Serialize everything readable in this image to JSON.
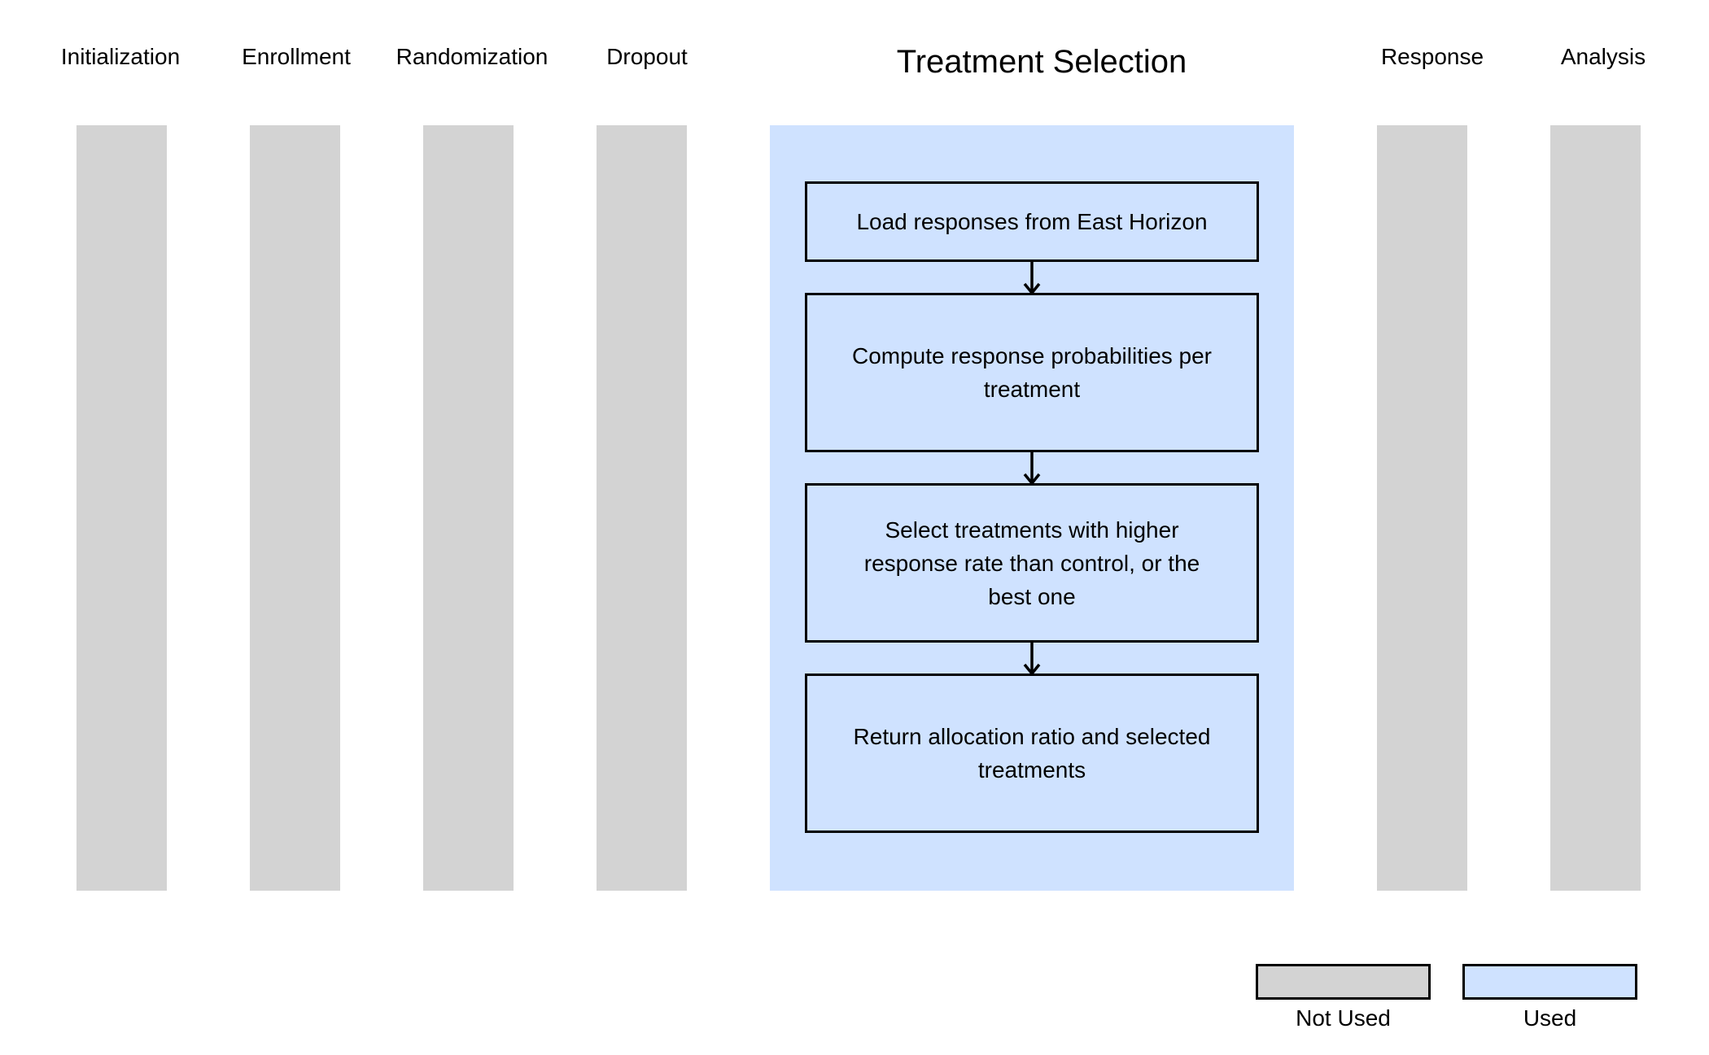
{
  "stages": [
    {
      "label": "Initialization",
      "used": false
    },
    {
      "label": "Enrollment",
      "used": false
    },
    {
      "label": "Randomization",
      "used": false
    },
    {
      "label": "Dropout",
      "used": false
    },
    {
      "label": "Treatment Selection",
      "used": true
    },
    {
      "label": "Response",
      "used": false
    },
    {
      "label": "Analysis",
      "used": false
    }
  ],
  "steps": [
    {
      "text": "Load responses from East Horizon"
    },
    {
      "text": "Compute response probabilities per treatment"
    },
    {
      "text": "Select treatments with higher response rate than control, or the best one"
    },
    {
      "text": "Return allocation ratio and selected treatments"
    }
  ],
  "legend": {
    "not_used": {
      "label": "Not Used",
      "color": "#d3d3d3"
    },
    "used": {
      "label": "Used",
      "color": "#cfe2ff"
    }
  },
  "colors": {
    "unused_stage": "#d3d3d3",
    "used_stage": "#cfe2ff",
    "border": "#000000"
  }
}
